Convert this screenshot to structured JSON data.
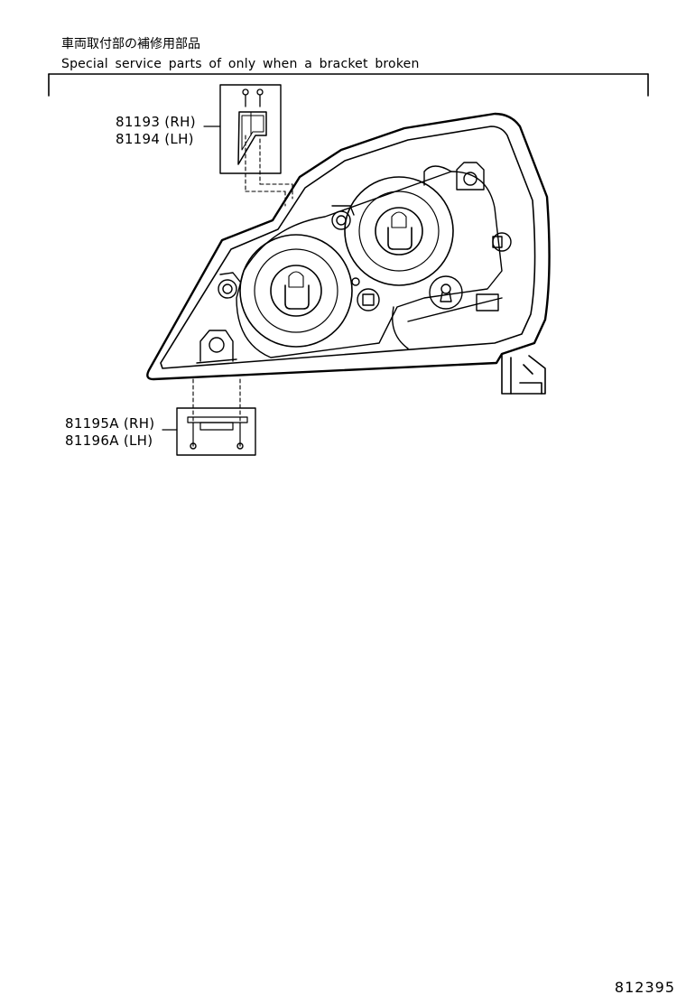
{
  "header": {
    "japanese_title": "車両取付部の補修用部品",
    "english_title": "Special service parts of only when a bracket broken"
  },
  "parts": {
    "upper": {
      "line1": "81193 (RH)",
      "line2": "81194 (LH)"
    },
    "lower": {
      "line1": "81195A (RH)",
      "line2": "81196A (LH)"
    }
  },
  "footer": {
    "diagram_code": "812395"
  }
}
